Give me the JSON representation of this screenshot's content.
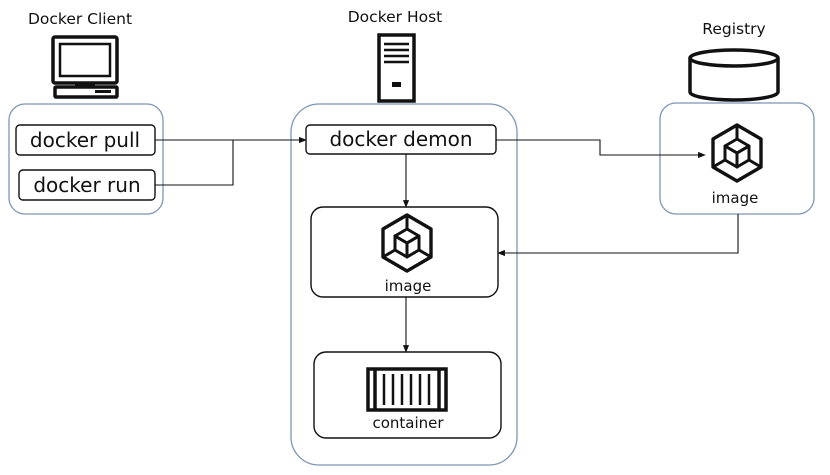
{
  "client": {
    "title": "Docker Client",
    "icon": "computer-icon",
    "commands": {
      "pull": "docker pull",
      "run": "docker run"
    }
  },
  "host": {
    "title": "Docker Host",
    "icon": "server-icon",
    "daemon": "docker demon",
    "image_label": "image",
    "image_icon": "cube-icon",
    "container_label": "container",
    "container_icon": "shipping-container-icon"
  },
  "registry": {
    "title": "Registry",
    "icon": "database-icon",
    "image_label": "image",
    "image_icon": "cube-icon"
  },
  "colors": {
    "group_border": "#7f95b3",
    "box_border": "#111111",
    "arrow": "#111111"
  }
}
